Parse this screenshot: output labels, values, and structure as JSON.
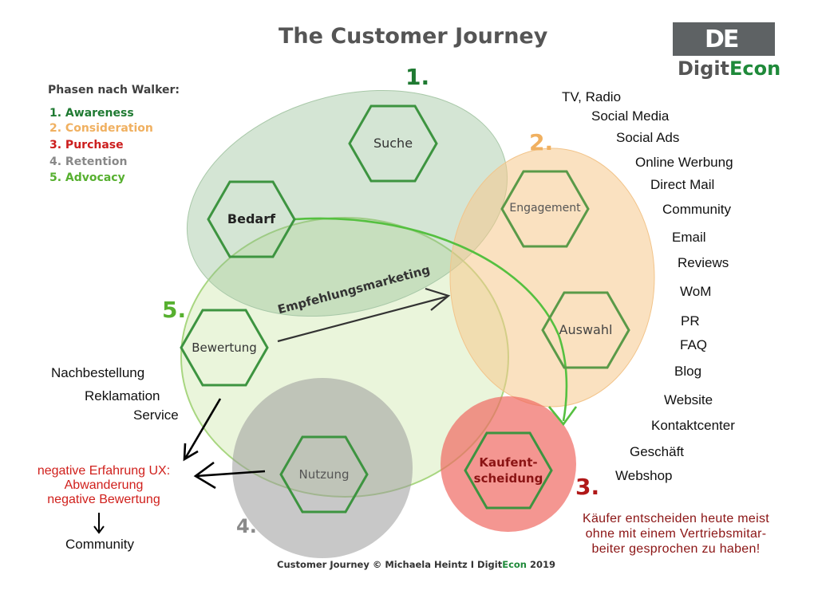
{
  "title": "The Customer Journey",
  "logo": {
    "mark": "DE",
    "word_a": "Digit",
    "word_b": "Econ"
  },
  "legend": {
    "heading": "Phasen nach Walker:",
    "items": [
      {
        "label": "1. Awareness",
        "color": "#1f7a32"
      },
      {
        "label": "2. Consideration",
        "color": "#f0b060"
      },
      {
        "label": "3. Purchase",
        "color": "#cc1e1e"
      },
      {
        "label": "4. Retention",
        "color": "#888888"
      },
      {
        "label": "5. Advocacy",
        "color": "#57b030"
      }
    ]
  },
  "phase_numbers": {
    "p1": "1.",
    "p2": "2.",
    "p3": "3.",
    "p4": "4.",
    "p5": "5."
  },
  "hexagons": {
    "suche": "Suche",
    "bedarf": "Bedarf",
    "engagement": "Engagement",
    "auswahl": "Auswahl",
    "bewertung": "Bewertung",
    "nutzung": "Nutzung",
    "kauf_line1": "Kaufent-",
    "kauf_line2": "scheidung"
  },
  "empfehlung": "Empfehlungsmarketing",
  "channels": [
    "TV, Radio",
    "Social Media",
    "Social Ads",
    "Online Werbung",
    "Direct Mail",
    "Community",
    "Email",
    "Reviews",
    "WoM",
    "PR",
    "FAQ",
    "Blog",
    "Website",
    "Kontaktcenter",
    "Geschäft",
    "Webshop"
  ],
  "retention_items": [
    "Nachbestellung",
    "Reklamation",
    "Service"
  ],
  "negative": {
    "line1": "negative Erfahrung UX:",
    "line2": "Abwanderung",
    "line3": "negative Bewertung"
  },
  "community_bottom": "Community",
  "buyer_note": {
    "line1": "Käufer entscheiden heute  meist",
    "line2": "ohne mit einem Vertriebsmitar-",
    "line3": "beiter gesprochen zu haben!"
  },
  "footer": {
    "part1": "Customer Journey © Michaela Heintz I ",
    "brand_a": "Digit",
    "brand_b": "Econ",
    "part2": " 2019"
  },
  "colors": {
    "awareness": "#1f7a32",
    "consideration": "#f0b060",
    "purchase": "#cc1e1e",
    "retention": "#888888",
    "advocacy": "#57b030",
    "hex_stroke": "#3d9440",
    "logo_bg": "#5e6264",
    "logo_green": "#1f8a3a"
  }
}
